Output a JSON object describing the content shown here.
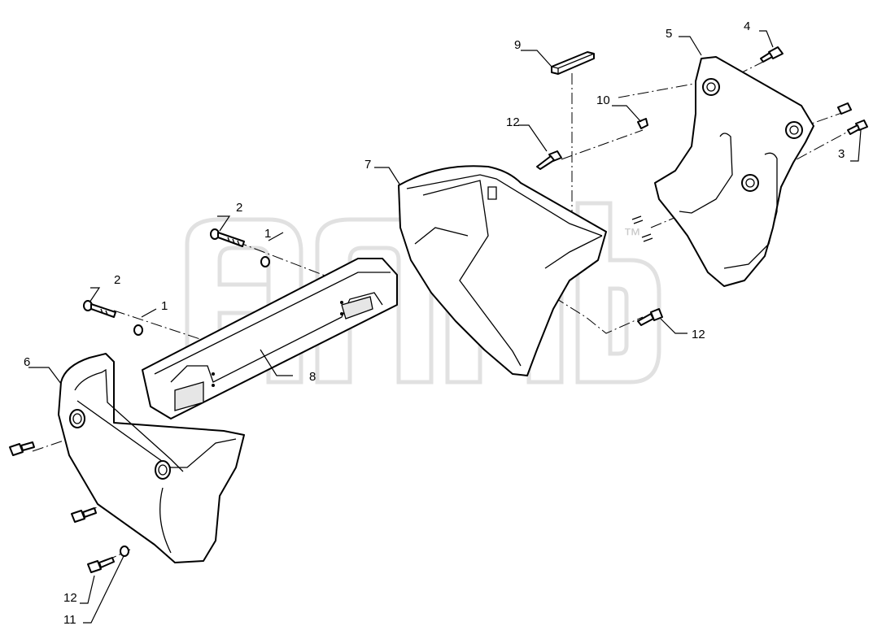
{
  "diagram": {
    "part_callouts": [
      {
        "id": "c1a",
        "label": "1"
      },
      {
        "id": "c1b",
        "label": "1"
      },
      {
        "id": "c2a",
        "label": "2"
      },
      {
        "id": "c2b",
        "label": "2"
      },
      {
        "id": "c3",
        "label": "3"
      },
      {
        "id": "c4",
        "label": "4"
      },
      {
        "id": "c5",
        "label": "5"
      },
      {
        "id": "c6",
        "label": "6"
      },
      {
        "id": "c7",
        "label": "7"
      },
      {
        "id": "c8",
        "label": "8"
      },
      {
        "id": "c9",
        "label": "9"
      },
      {
        "id": "c10",
        "label": "10"
      },
      {
        "id": "c11",
        "label": "11"
      },
      {
        "id": "c12a",
        "label": "12"
      },
      {
        "id": "c12b",
        "label": "12"
      },
      {
        "id": "c12c",
        "label": "12"
      }
    ],
    "watermark": {
      "text": "™"
    }
  }
}
